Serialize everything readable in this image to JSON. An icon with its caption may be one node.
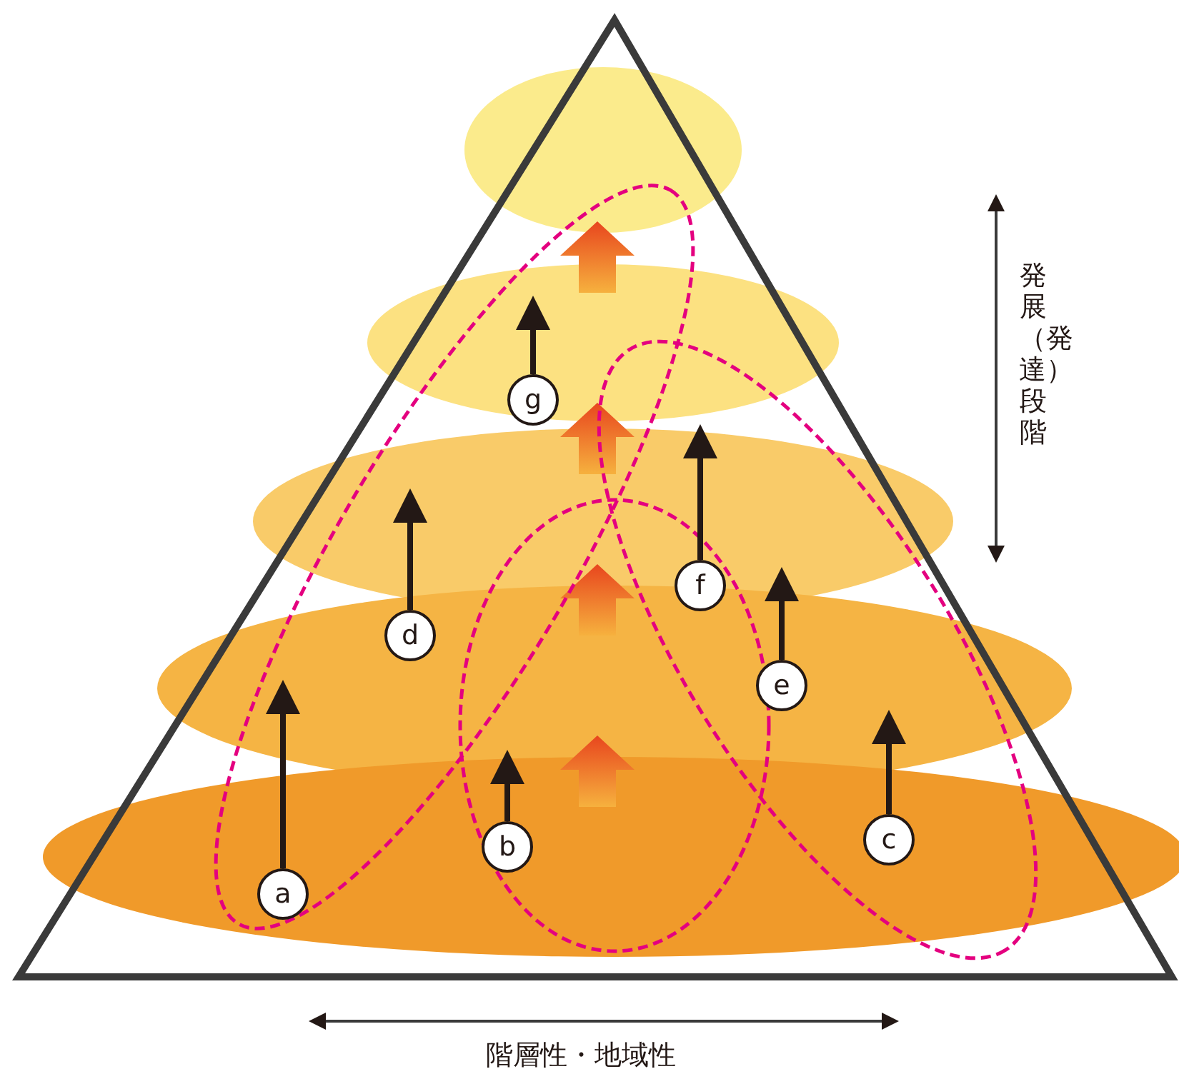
{
  "diagram": {
    "nodes": [
      {
        "text": [
          "g"
        ]
      },
      {
        "text": [
          "f"
        ]
      },
      {
        "text": [
          "d"
        ]
      },
      {
        "text": [
          "e"
        ]
      },
      {
        "text": [
          "c"
        ]
      },
      {
        "text": [
          "b"
        ]
      },
      {
        "text": [
          "a"
        ]
      }
    ],
    "edges": [
      {
        "from": 0,
        "to": null,
        "arrow": "to"
      },
      {
        "from": 1,
        "to": null,
        "arrow": "to"
      },
      {
        "from": 2,
        "to": null,
        "arrow": "to"
      },
      {
        "from": 3,
        "to": null,
        "arrow": "to"
      },
      {
        "from": 4,
        "to": null,
        "arrow": "to"
      },
      {
        "from": 5,
        "to": null,
        "arrow": "to"
      },
      {
        "from": 6,
        "to": null,
        "arrow": "to"
      }
    ],
    "labels": [
      "発展（発達）段階",
      "階層性・地域性"
    ]
  }
}
